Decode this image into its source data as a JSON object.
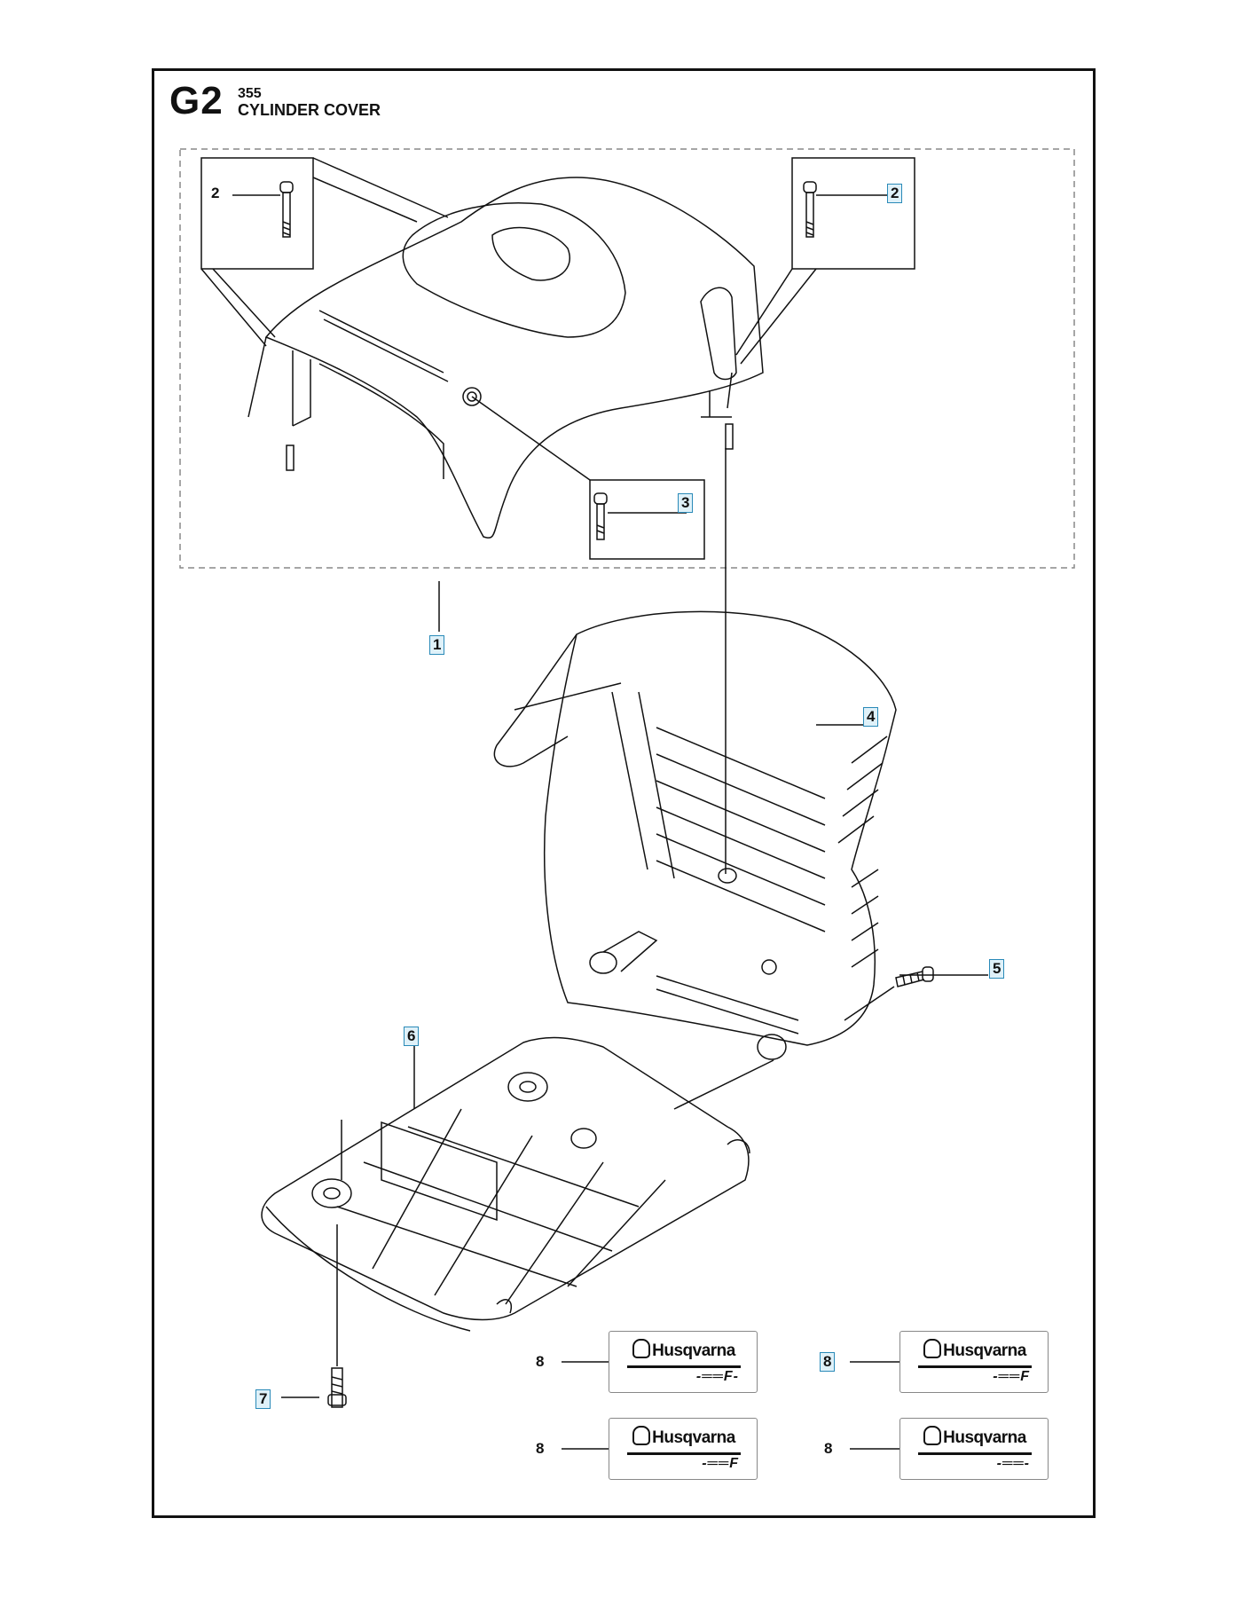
{
  "header": {
    "section_code": "G2",
    "model": "355",
    "title": "CYLINDER COVER"
  },
  "callouts": {
    "c1": "1",
    "c2a": "2",
    "c2b": "2",
    "c3": "3",
    "c4": "4",
    "c5": "5",
    "c6": "6",
    "c7": "7",
    "c8a": "8",
    "c8b": "8",
    "c8c": "8",
    "c8d": "8"
  },
  "decals": {
    "brand": "Husqvarna",
    "d1_sub": "-══F-",
    "d2_sub": "-══F",
    "d3_sub": "-══F",
    "d4_sub": "-══-"
  },
  "colors": {
    "line": "#111111",
    "callout_highlight": "#dff1f9",
    "callout_border": "#2a8ab8"
  }
}
